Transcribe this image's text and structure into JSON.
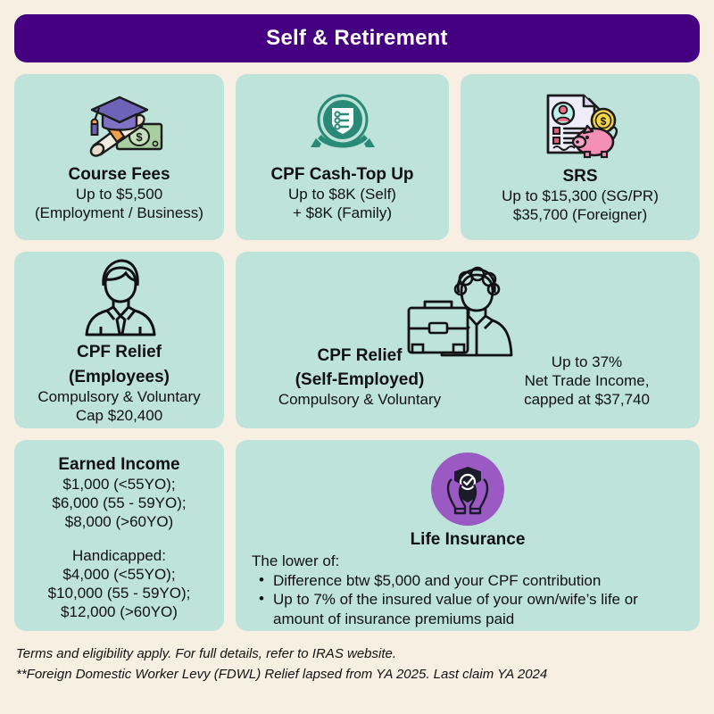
{
  "header": {
    "title": "Self & Retirement",
    "bg_color": "#440080",
    "text_color": "#ffffff"
  },
  "theme": {
    "page_bg": "#f7f0e2",
    "card_bg": "#bee3da",
    "text_color": "#111111",
    "accent_purple": "#9b59c4",
    "accent_teal": "#2a8a78"
  },
  "cards": {
    "course_fees": {
      "icon": "graduation-cap-diploma-money-icon",
      "title": "Course Fees",
      "line1": "Up to $5,500",
      "line2": "(Employment / Business)"
    },
    "cpf_cash_top_up": {
      "icon": "seal-badge-checklist-icon",
      "title": "CPF Cash-Top Up",
      "line1": "Up to $8K (Self)",
      "line2": "+ $8K (Family)"
    },
    "srs": {
      "icon": "document-coin-piggy-bank-icon",
      "title": "SRS",
      "line1": "Up to $15,300 (SG/PR)",
      "line2": "$35,700 (Foreigner)"
    },
    "cpf_relief_employees": {
      "icon": "businessman-outline-icon",
      "title_line1": "CPF Relief",
      "title_line2": "(Employees)",
      "line1": "Compulsory & Voluntary",
      "line2": "Cap $20,400"
    },
    "cpf_relief_self_employed": {
      "icon": "person-with-briefcase-outline-icon",
      "title_line1": "CPF Relief",
      "title_line2": "(Self-Employed)",
      "left_text": "Compulsory & Voluntary",
      "right_line1": "Up to 37%",
      "right_line2": "Net Trade Income,",
      "right_line3": "capped at $37,740"
    },
    "earned_income": {
      "title": "Earned Income",
      "line1": "$1,000 (<55YO);",
      "line2": "$6,000 (55 - 59YO);",
      "line3": "$8,000 (>60YO)",
      "line4": "Handicapped:",
      "line5": "$4,000 (<55YO);",
      "line6": "$10,000 (55 - 59YO);",
      "line7": "$12,000 (>60YO)"
    },
    "life_insurance": {
      "icon": "hands-holding-shield-icon",
      "title": "Life Insurance",
      "lead": "The lower of:",
      "bullets": [
        "Difference btw $5,000 and your CPF contribution",
        "Up to 7% of the insured value of your own/wife’s life or amount of insurance premiums paid"
      ]
    }
  },
  "footer": {
    "line1": "Terms and eligibility apply. For full details, refer to IRAS website.",
    "line2": "**Foreign Domestic Worker Levy (FDWL) Relief lapsed from YA 2025. Last claim YA 2024"
  }
}
